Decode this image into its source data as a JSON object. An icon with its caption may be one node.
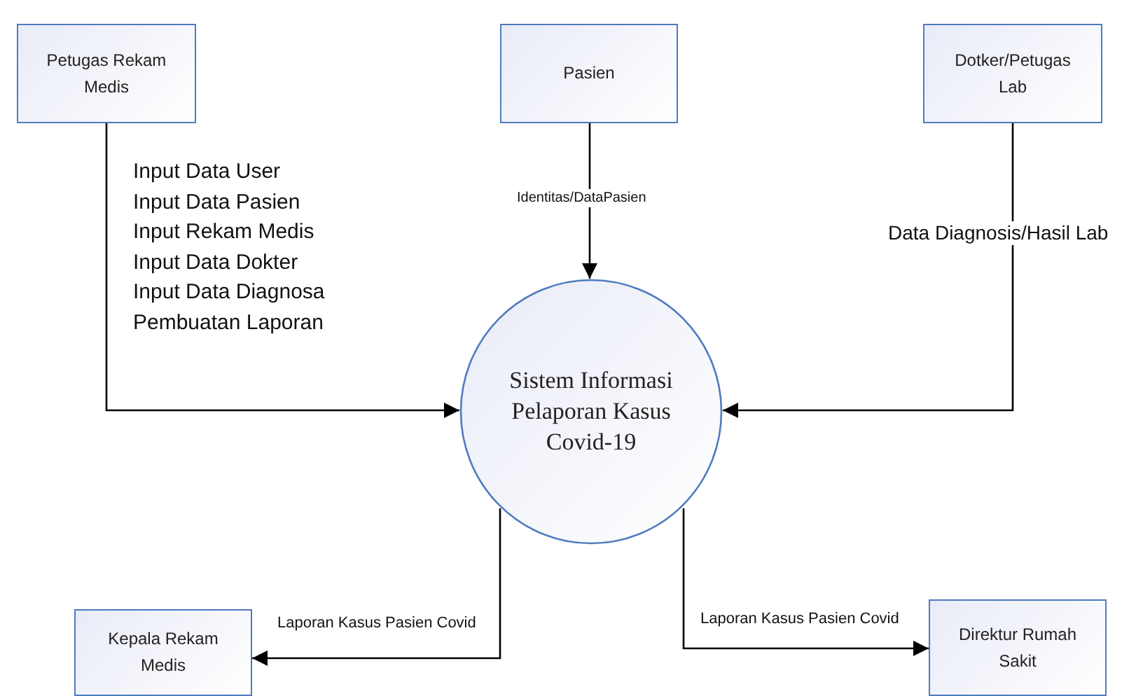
{
  "diagram": {
    "nodes": [
      {
        "text": [
          "Petugas Rekam Medis"
        ]
      },
      {
        "text": [
          "Pasien"
        ]
      },
      {
        "text": [
          "Dotker/Petugas Lab"
        ]
      },
      {
        "text": [
          "Sistem Informasi Pelaporan Kasus Covid-19"
        ]
      },
      {
        "text": [
          "Kepala Rekam Medis"
        ]
      },
      {
        "text": [
          "Direktur Rumah Sakit"
        ]
      }
    ],
    "edges": [
      {
        "from": 0,
        "to": 3,
        "arrow": "to"
      },
      {
        "from": 1,
        "to": 3,
        "arrow": "to",
        "label": "Identitas/DataPasien"
      },
      {
        "from": 2,
        "to": 3,
        "arrow": "to",
        "label": "Data Diagnosis/Hasil Lab"
      },
      {
        "from": 3,
        "to": 4,
        "arrow": "to",
        "label": "Laporan Kasus Pasien Covid"
      },
      {
        "from": 3,
        "to": 5,
        "arrow": "to",
        "label": "Laporan Kasus Pasien Covid"
      }
    ],
    "labels": [
      "Input Data User",
      "Input Data Pasien",
      "Input Rekam Medis",
      "Input Data Dokter",
      "Input Data Diagnosa",
      "Pembuatan Laporan"
    ]
  }
}
